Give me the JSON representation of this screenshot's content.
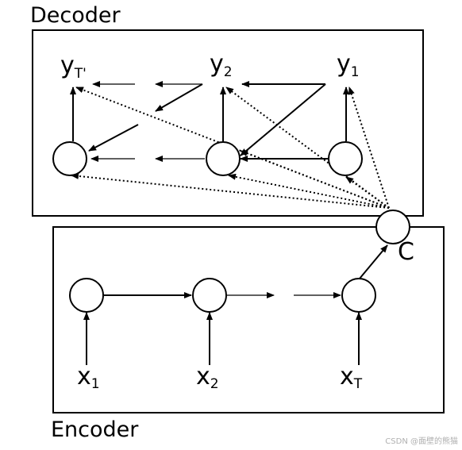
{
  "decoder": {
    "title": "Decoder",
    "outputs": [
      {
        "base": "y",
        "sub": "T'"
      },
      {
        "base": "y",
        "sub": "2"
      },
      {
        "base": "y",
        "sub": "1"
      }
    ]
  },
  "encoder": {
    "title": "Encoder",
    "inputs": [
      {
        "base": "x",
        "sub": "1"
      },
      {
        "base": "x",
        "sub": "2"
      },
      {
        "base": "x",
        "sub": "T"
      }
    ]
  },
  "context": {
    "label": "C"
  },
  "watermark": "CSDN @面壁的熊猫"
}
